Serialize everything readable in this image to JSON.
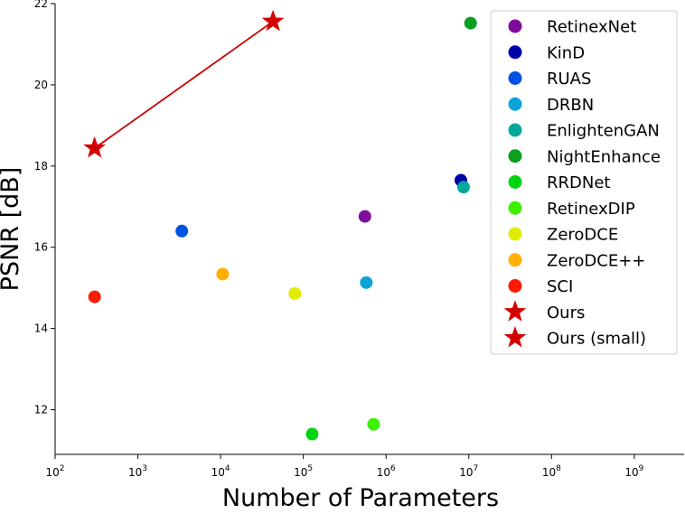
{
  "chart_data": {
    "type": "scatter",
    "xlabel": "Number of Parameters",
    "ylabel": "PSNR [dB]",
    "xscale": "log",
    "xlim": [
      100,
      4000000000
    ],
    "ylim": [
      10.9,
      22.0
    ],
    "x_ticks": [
      {
        "value": 100,
        "base": "10",
        "exp": "2"
      },
      {
        "value": 1000,
        "base": "10",
        "exp": "3"
      },
      {
        "value": 10000,
        "base": "10",
        "exp": "4"
      },
      {
        "value": 100000,
        "base": "10",
        "exp": "5"
      },
      {
        "value": 1000000,
        "base": "10",
        "exp": "6"
      },
      {
        "value": 10000000,
        "base": "10",
        "exp": "7"
      },
      {
        "value": 100000000,
        "base": "10",
        "exp": "8"
      },
      {
        "value": 1000000000,
        "base": "10",
        "exp": "9"
      }
    ],
    "y_ticks": [
      12,
      14,
      16,
      18,
      20,
      22
    ],
    "grid": false,
    "legend_position": "top-right",
    "series": [
      {
        "name": "RetinexNet",
        "marker": "circle",
        "color": "#7f0d9c",
        "points": [
          {
            "x": 555000,
            "y": 16.76
          }
        ]
      },
      {
        "name": "KinD",
        "marker": "circle",
        "color": "#0000a8",
        "points": [
          {
            "x": 8020000,
            "y": 17.65
          }
        ]
      },
      {
        "name": "RUAS",
        "marker": "circle",
        "color": "#0052e0",
        "points": [
          {
            "x": 3400,
            "y": 16.4
          }
        ]
      },
      {
        "name": "DRBN",
        "marker": "circle",
        "color": "#0da3d9",
        "points": [
          {
            "x": 577000,
            "y": 15.13
          }
        ]
      },
      {
        "name": "EnlightenGAN",
        "marker": "circle",
        "color": "#00a89c",
        "points": [
          {
            "x": 8640000,
            "y": 17.48
          }
        ]
      },
      {
        "name": "NightEnhance",
        "marker": "circle",
        "color": "#0aa020",
        "points": [
          {
            "x": 10500000,
            "y": 21.52
          }
        ]
      },
      {
        "name": "RRDNet",
        "marker": "circle",
        "color": "#00d411",
        "points": [
          {
            "x": 128000,
            "y": 11.4
          }
        ]
      },
      {
        "name": "RetinexDIP",
        "marker": "circle",
        "color": "#3df000",
        "points": [
          {
            "x": 707000,
            "y": 11.64
          }
        ]
      },
      {
        "name": "ZeroDCE",
        "marker": "circle",
        "color": "#e0ec00",
        "points": [
          {
            "x": 79000,
            "y": 14.86
          }
        ]
      },
      {
        "name": "ZeroDCE++",
        "marker": "circle",
        "color": "#ffb000",
        "points": [
          {
            "x": 10600,
            "y": 15.34
          }
        ]
      },
      {
        "name": "SCI",
        "marker": "circle",
        "color": "#ff1a00",
        "points": [
          {
            "x": 300,
            "y": 14.78
          }
        ]
      },
      {
        "name": "Ours",
        "marker": "star",
        "color": "#d40000",
        "points": [
          {
            "x": 300,
            "y": 18.44
          }
        ]
      },
      {
        "name": "Ours (small)",
        "marker": "star",
        "color": "#d40000",
        "points": [
          {
            "x": 43000,
            "y": 21.56
          }
        ]
      }
    ],
    "connector": {
      "color": "#cc0000",
      "points": [
        {
          "x": 300,
          "y": 18.44
        },
        {
          "x": 43000,
          "y": 21.56
        }
      ]
    }
  }
}
